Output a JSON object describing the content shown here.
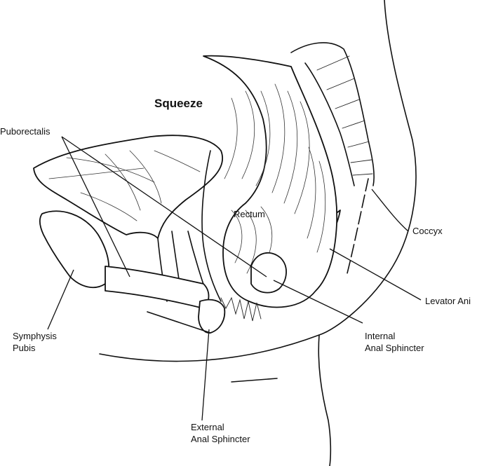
{
  "title": "Squeeze",
  "labels": {
    "puborectalis": "Puborectalis",
    "rectum": "Rectum",
    "coccyx": "Coccyx",
    "levator_ani": "Levator Ani",
    "internal_anal_sphincter_1": "Internal",
    "internal_anal_sphincter_2": "Anal Sphincter",
    "symphysis_pubis_1": "Symphysis",
    "symphysis_pubis_2": "Pubis",
    "external_anal_sphincter_1": "External",
    "external_anal_sphincter_2": "Anal Sphincter"
  }
}
